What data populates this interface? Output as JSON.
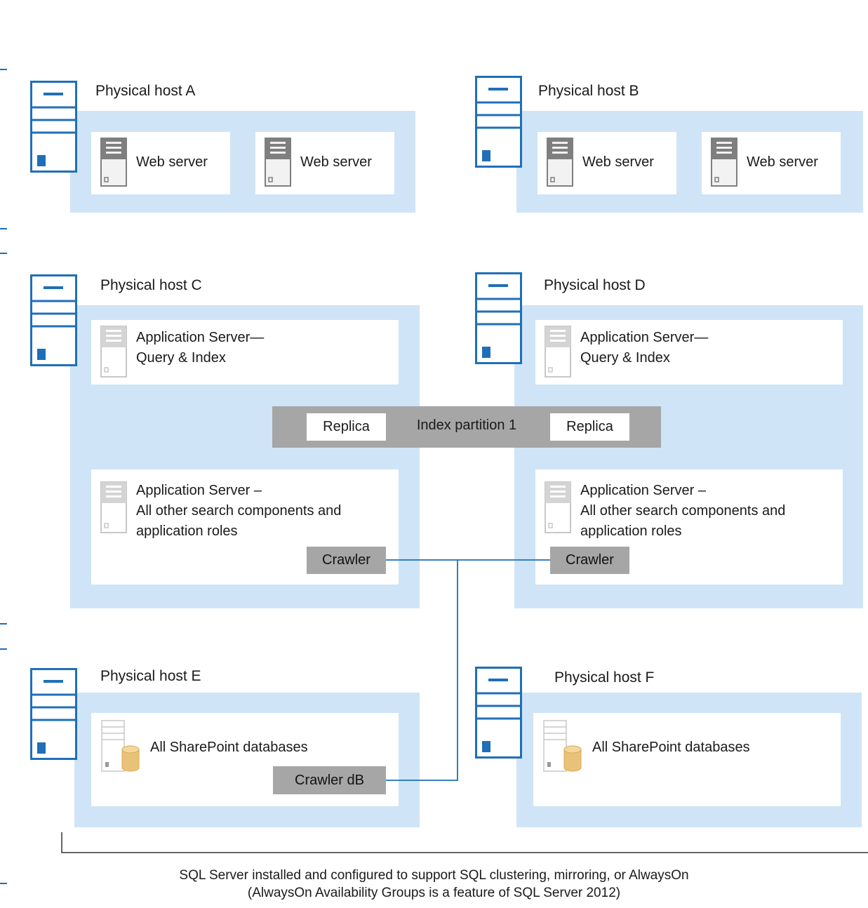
{
  "hosts": {
    "a": {
      "title": "Physical host A",
      "vms": [
        "Web server",
        "Web server"
      ]
    },
    "b": {
      "title": "Physical host B",
      "vms": [
        "Web server",
        "Web server"
      ]
    },
    "c": {
      "title": "Physical host C",
      "query": [
        "Application Server—",
        "Query & Index"
      ],
      "search": [
        "Application Server –",
        "All other search components and",
        "application roles"
      ],
      "crawler": "Crawler"
    },
    "d": {
      "title": "Physical host D",
      "query": [
        "Application Server—",
        "Query & Index"
      ],
      "search": [
        "Application Server –",
        "All other search components and",
        "application roles"
      ],
      "crawler": "Crawler"
    },
    "e": {
      "title": "Physical host E",
      "db": "All SharePoint databases",
      "crawler_db": "Crawler dB"
    },
    "f": {
      "title": "Physical host F",
      "db": "All SharePoint databases"
    }
  },
  "index_partition": {
    "left_replica": "Replica",
    "label": "Index partition 1",
    "right_replica": "Replica"
  },
  "caption": {
    "line1": "SQL Server installed and configured to support SQL clustering, mirroring, or AlwaysOn",
    "line2": "(AlwaysOn Availability Groups is a feature of SQL Server 2012)"
  },
  "colors": {
    "host_bg": "#cfe4f6",
    "accent": "#1f6fb8",
    "gray_box": "#a6a6a6",
    "db": "#e9c27a"
  }
}
